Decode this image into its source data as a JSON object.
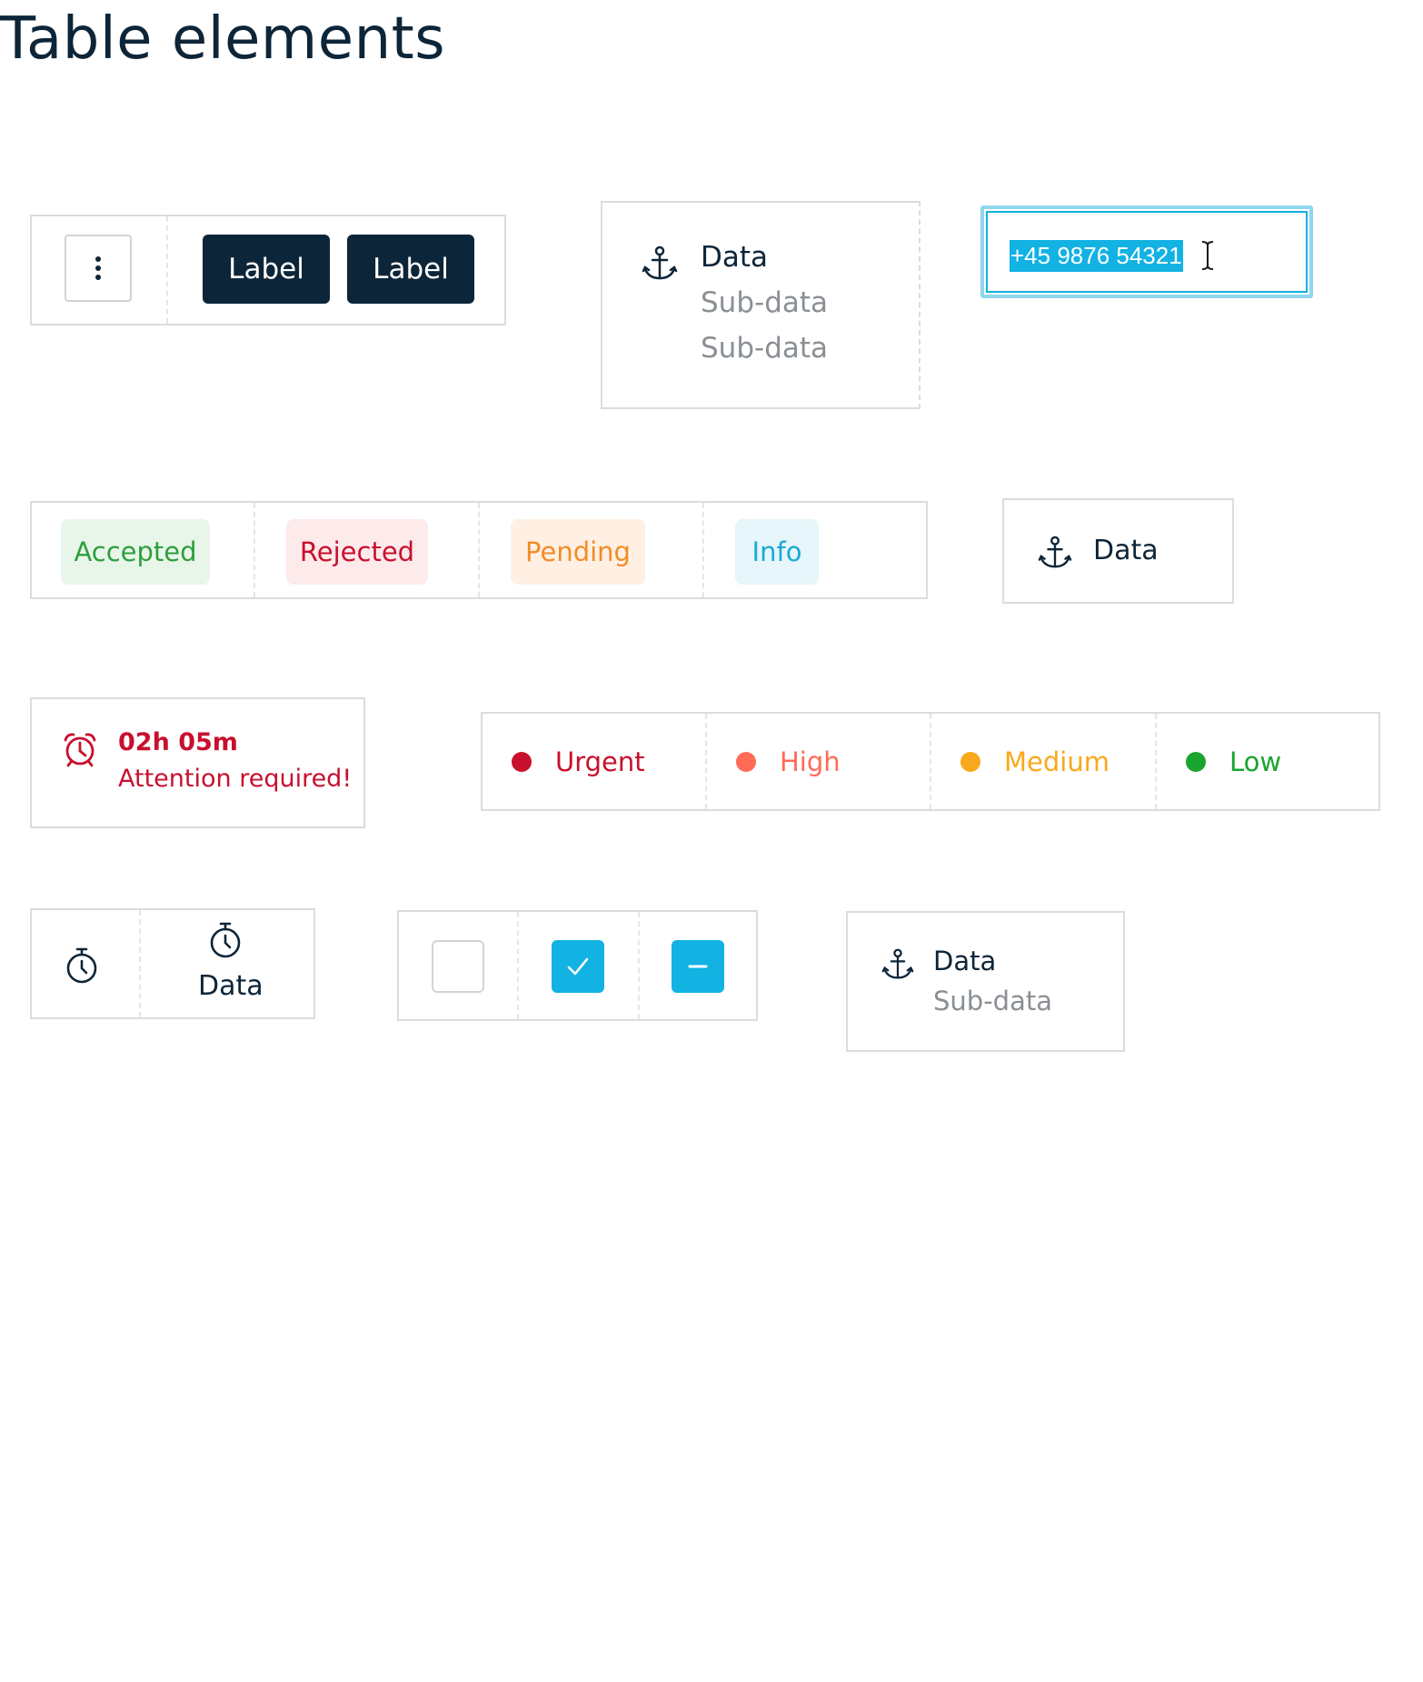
{
  "page": {
    "title": "Table elements"
  },
  "actions_cell": {
    "buttons": [
      "Label",
      "Label"
    ]
  },
  "data_cell_two_sub": {
    "data": "Data",
    "sub_data": [
      "Sub-data",
      "Sub-data"
    ]
  },
  "phone_input": {
    "value": "+45 9876 54321"
  },
  "status_tags": [
    {
      "label": "Accepted",
      "color": "#2e9e3d",
      "bg": "#e8f6e9"
    },
    {
      "label": "Rejected",
      "color": "#c8102e",
      "bg": "#fdeaea"
    },
    {
      "label": "Pending",
      "color": "#f28c28",
      "bg": "#fff0e3"
    },
    {
      "label": "Info",
      "color": "#1ba9d6",
      "bg": "#e6f6fb"
    }
  ],
  "data_cell_single": {
    "data": "Data"
  },
  "alert_cell": {
    "time": "02h 05m",
    "message": "Attention required!",
    "color": "#c8102e"
  },
  "priorities": [
    {
      "label": "Urgent",
      "color": "#c8102e",
      "text_color": "#c8102e"
    },
    {
      "label": "High",
      "color": "#ff6b57",
      "text_color": "#ff6b57"
    },
    {
      "label": "Medium",
      "color": "#f9a81b",
      "text_color": "#f9a81b"
    },
    {
      "label": "Low",
      "color": "#1aa52f",
      "text_color": "#1aa52f"
    }
  ],
  "timer_cell": {
    "data": "Data"
  },
  "checkbox_cell": {
    "states": [
      "unchecked",
      "checked",
      "indeterminate"
    ],
    "accent": "#12b2e3"
  },
  "data_cell_one_sub": {
    "data": "Data",
    "sub_data": "Sub-data"
  }
}
